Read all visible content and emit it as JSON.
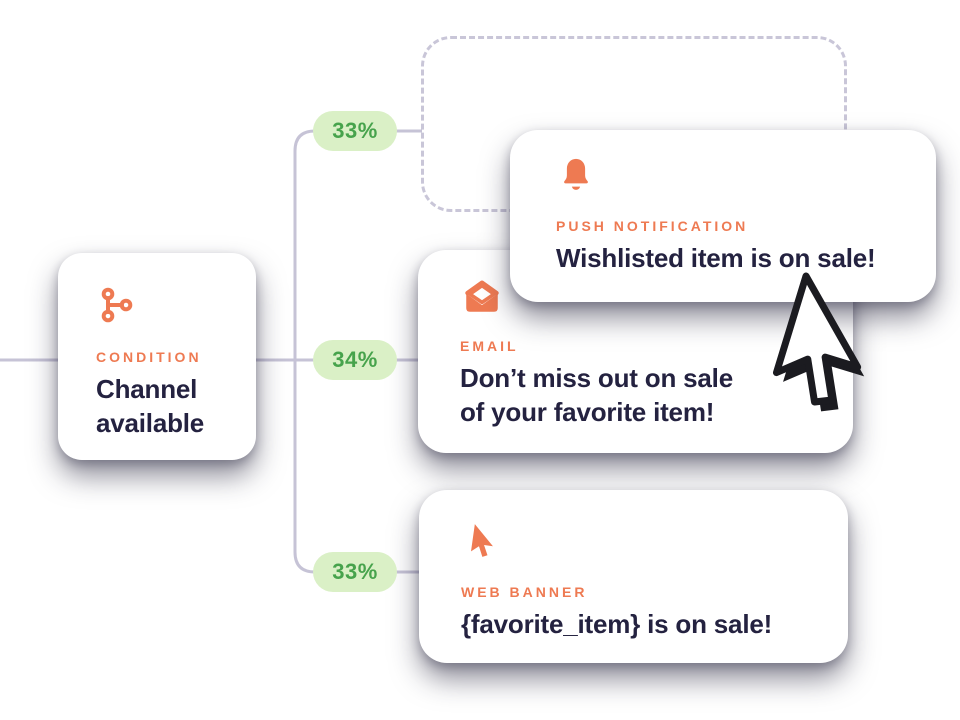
{
  "diagram_type": "marketing-automation-flow",
  "colors": {
    "accent_orange": "#EE7A52",
    "title_navy": "#242240",
    "badge_background": "#DAF0C6",
    "badge_green": "#47A34C",
    "connector_line": "#C6C3D6",
    "dashed_placeholder": "#C9C6D8",
    "card_background": "#FFFFFF"
  },
  "condition_node": {
    "label": "CONDITION",
    "title_line1": "Channel",
    "title_line2": "available",
    "icon": "branch-icon"
  },
  "branches": [
    {
      "percent": "33%",
      "node": {
        "type": "push_notification",
        "label": "PUSH NOTIFICATION",
        "title": "Wishlisted item is on sale!",
        "icon": "bell-icon"
      }
    },
    {
      "percent": "34%",
      "node": {
        "type": "email",
        "label": "EMAIL",
        "title_line1": "Don’t miss out on sale",
        "title_line2": "of your favorite item!",
        "icon": "mail-open-icon"
      }
    },
    {
      "percent": "33%",
      "node": {
        "type": "web_banner",
        "label": "WEB BANNER",
        "title": "{favorite_item} is on sale!",
        "icon": "cursor-icon"
      }
    }
  ]
}
